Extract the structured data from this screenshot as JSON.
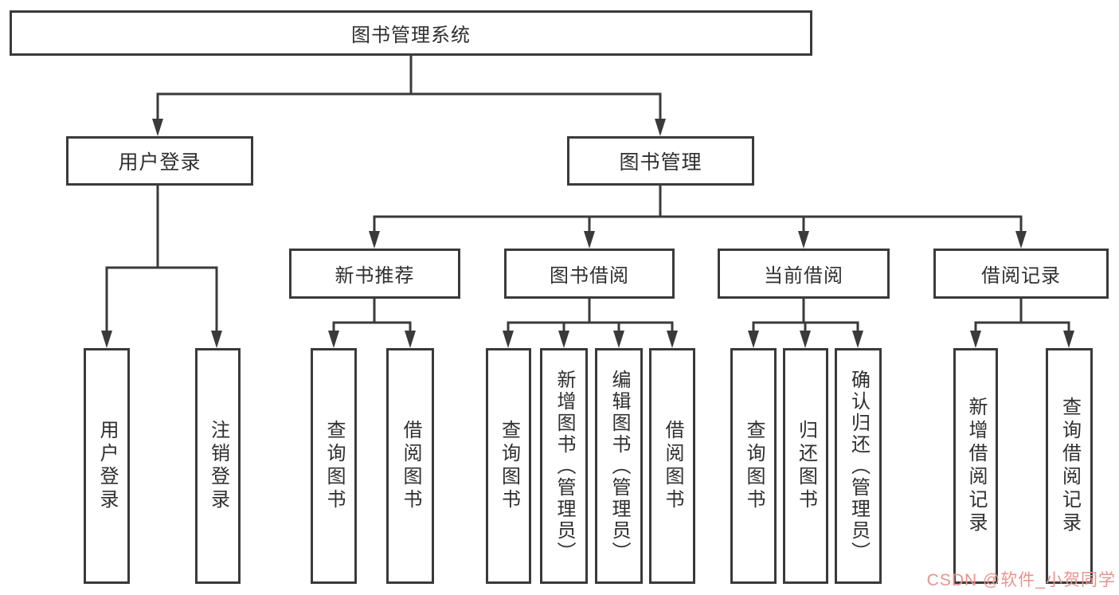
{
  "nodes": {
    "root": "图书管理系统",
    "user_login": "用户登录",
    "book_mgmt": "图书管理",
    "new_book": "新书推荐",
    "borrow": "图书借阅",
    "current": "当前借阅",
    "records": "借阅记录"
  },
  "leaves": {
    "user_login": [
      "用户登录",
      "注销登录"
    ],
    "new_book": [
      "查询图书",
      "借阅图书"
    ],
    "borrow": [
      "查询图书",
      "新增图书（管理员）",
      "编辑图书（管理员）",
      "借阅图书"
    ],
    "current": [
      "查询图书",
      "归还图书",
      "确认归还（管理员）"
    ],
    "records": [
      "新增借阅记录",
      "查询借阅记录"
    ]
  },
  "watermark": "CSDN @软件_小贺同学",
  "colors": {
    "line": "#3a3a3a",
    "text": "#2f2f2f",
    "watermark": "#e8938f",
    "background": "#ffffff"
  }
}
